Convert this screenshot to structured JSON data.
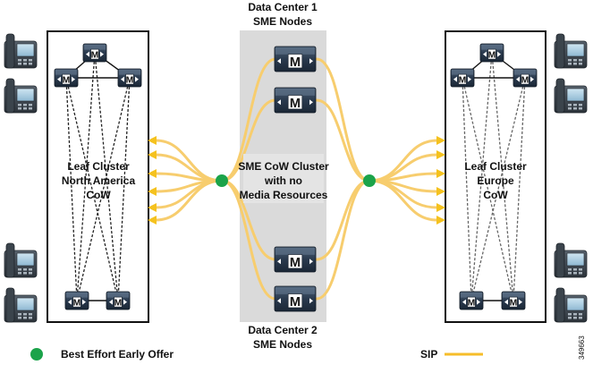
{
  "labels": {
    "dc1_line1": "Data Center 1",
    "dc1_line2": "SME Nodes",
    "dc2_line1": "Data Center 2",
    "dc2_line2": "SME Nodes",
    "sme_line1": "SME CoW Cluster",
    "sme_line2": "with no",
    "sme_line3": "Media Resources",
    "leaf_na_line1": "Leaf Cluster",
    "leaf_na_line2": "North America",
    "leaf_na_line3": "CoW",
    "leaf_eu_line1": "Leaf Cluster",
    "leaf_eu_line2": "Europe",
    "leaf_eu_line3": "CoW",
    "legend_beeo": "Best Effort Early Offer",
    "legend_sip": "SIP",
    "figure_id": "349663"
  },
  "icon_letter": "M",
  "colors": {
    "sip_trunk": "#F7CD6E",
    "sip_legend": "#F6BD2A",
    "arrowhead": "#F5C21E",
    "beeo_dot": "#1BA34A",
    "center_panel": "#DADADA",
    "server": "#2A3A4E",
    "cluster_border": "#111111"
  },
  "icons": {
    "phone": "ip-phone-icon",
    "server": "call-manager-server-icon",
    "beeo": "green-dot-icon",
    "sip": "sip-line-icon"
  }
}
